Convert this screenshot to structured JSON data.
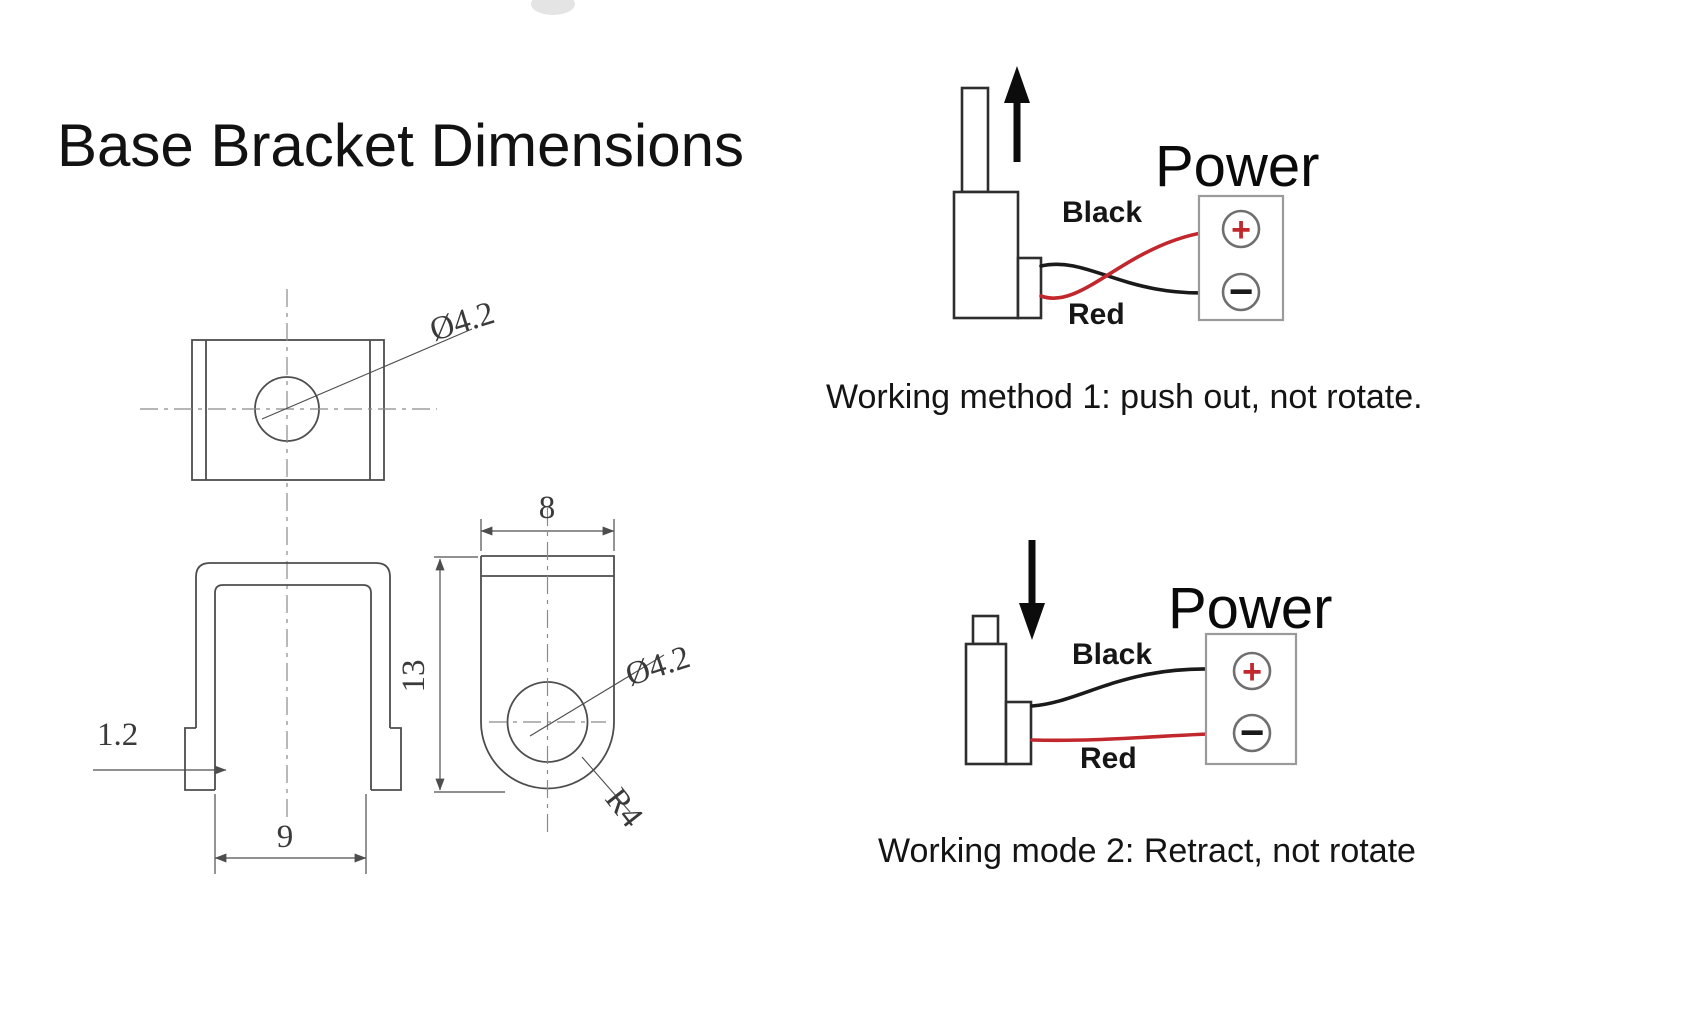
{
  "title": "Base Bracket Dimensions",
  "bracket_drawing": {
    "top_view": {
      "hole_diameter": "Ø4.2"
    },
    "front_view": {
      "wall_thickness": "1.2",
      "inner_width": "9"
    },
    "side_view": {
      "tab_width": "8",
      "height": "13",
      "hole_diameter": "Ø4.2",
      "corner_radius": "R4"
    }
  },
  "wiring_method1": {
    "power_label": "Power",
    "black_wire_label": "Black",
    "red_wire_label": "Red",
    "positive_symbol": "+",
    "negative_symbol": "−",
    "caption": "Working method 1: push out, not rotate."
  },
  "wiring_method2": {
    "power_label": "Power",
    "black_wire_label": "Black",
    "red_wire_label": "Red",
    "positive_symbol": "+",
    "negative_symbol": "−",
    "caption": "Working mode 2: Retract, not rotate"
  },
  "colors": {
    "wire_red": "#c1272d",
    "wire_black": "#1a1a1a",
    "drawing_line": "#4d4d4d"
  }
}
